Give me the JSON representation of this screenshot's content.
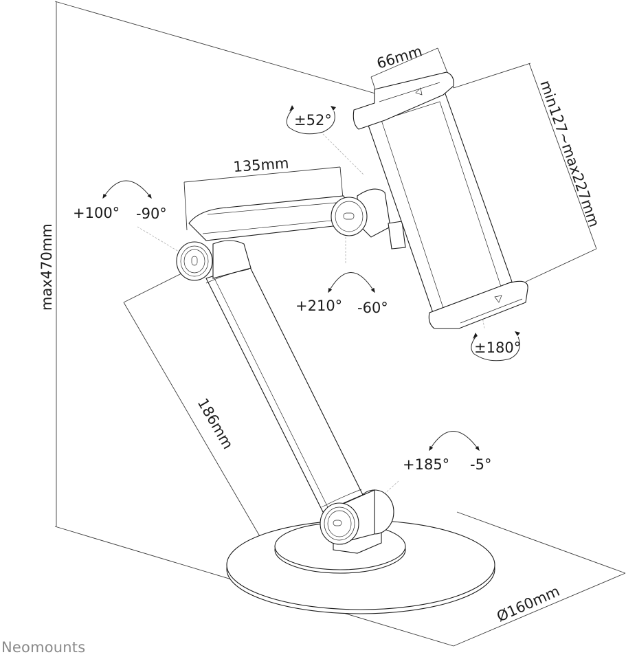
{
  "brand": "Neomounts",
  "dimensions": {
    "holder_depth": "66mm",
    "holder_range": "min127~max227mm",
    "upper_arm_length": "135mm",
    "lower_arm_length": "186mm",
    "max_height": "max470mm",
    "base_diameter": "Ø160mm"
  },
  "rotations": {
    "elbow_up": "+100°",
    "elbow_down": "-90°",
    "holder_tilt": "±52°",
    "head_up": "+210°",
    "head_down": "-60°",
    "holder_rotate": "±180°",
    "base_up": "+185°",
    "base_down": "-5°"
  },
  "colors": {
    "line": "#1a1a1a",
    "text": "#1c1c1c",
    "brand": "#8a8a8a"
  }
}
